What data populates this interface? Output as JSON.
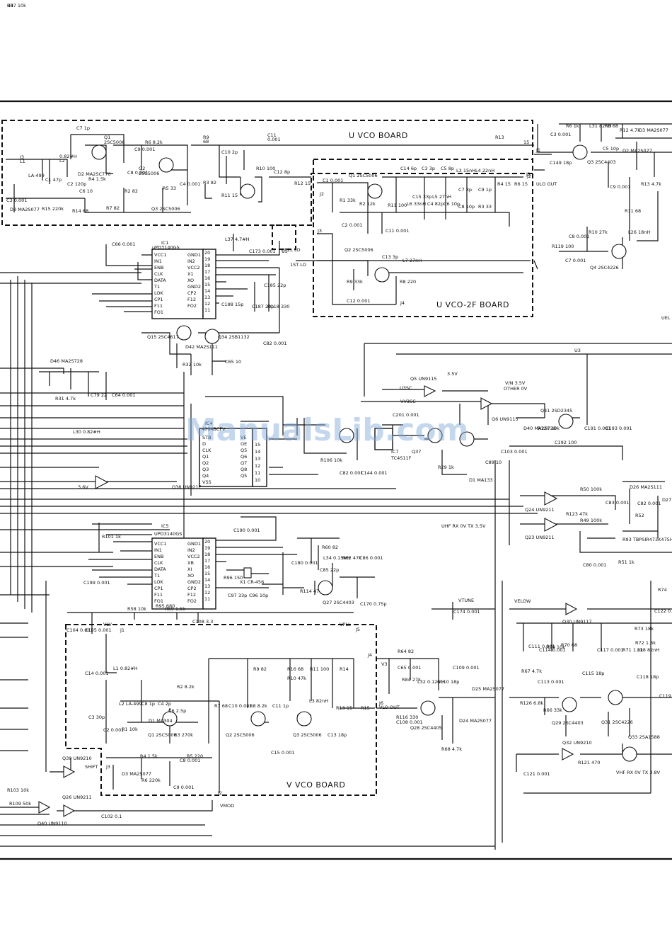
{
  "boards": {
    "u_vco": "U VCO BOARD",
    "u_vco_2f": "U VCO-2F BOARD",
    "v_vco": "V VCO BOARD"
  },
  "chips": {
    "ic1": {
      "ref": "IC1",
      "part": "μPD3140GS",
      "pins_left": [
        "VCC1",
        "IN1",
        "ENB",
        "CLK",
        "DATA",
        "T1",
        "LOK",
        "CP1",
        "F11",
        "FO1"
      ],
      "pins_right": [
        "GND1",
        "IN2",
        "VCC2",
        "X1",
        "XO",
        "GND2",
        "CP2",
        "F12",
        "FO2"
      ],
      "nums_right": [
        "20",
        "19",
        "18",
        "17",
        "16",
        "15",
        "14",
        "13",
        "12",
        "11"
      ]
    },
    "ic5": {
      "ref": "IC5",
      "part": "UPD3140GS",
      "pins_left": [
        "VCC1",
        "IN1",
        "ENB",
        "CLK",
        "DATA",
        "T1",
        "LOK",
        "CP1",
        "F11",
        "FO1"
      ],
      "pins_right": [
        "GND1",
        "IN2",
        "VCC2",
        "XB",
        "XI",
        "XO",
        "GND2",
        "CP2",
        "F12",
        "FO2"
      ],
      "nums_right": [
        "20",
        "19",
        "18",
        "17",
        "16",
        "15",
        "14",
        "13",
        "12",
        "11"
      ]
    },
    "ic4": {
      "ref": "IC4",
      "part": "4094BCFV",
      "pins_left": [
        "STB",
        "D",
        "CLK",
        "Q1",
        "Q2",
        "Q3",
        "Q4",
        "VSS"
      ],
      "pins_right": [
        "VE",
        "OE",
        "Q5",
        "Q6",
        "Q7",
        "Q8",
        "Q5"
      ],
      "nums_right": [
        "15",
        "14",
        "13",
        "12",
        "11",
        "10"
      ]
    },
    "ic7": {
      "ref": "IC7",
      "part": "TC4S11F"
    }
  },
  "labels": {
    "u_vco_top": [
      "C7  1p",
      "Q1",
      "2SC5006",
      "R6  8.2k",
      "C9  0.001",
      "Q2",
      "2SC5006",
      "R9",
      "68",
      "C11",
      "0.001",
      "R13",
      "15",
      "J3",
      "L1",
      "0.82#H",
      "L2",
      "LA-499",
      "C1 47p",
      "C2 120p",
      "D2 MA2SC770",
      "C6 10",
      "R4 1.5k",
      "C8 0.001",
      "R2 82",
      "R5 33",
      "C4 0.001",
      "R3 82",
      "C10 2p",
      "R10 100",
      "C12 8p",
      "R12 15",
      "R11 15",
      "Q3 2SC5006",
      "R7 82",
      "R14 68",
      "R15 220k",
      "D3 MA2S077",
      "C3 0.001",
      "J2",
      "J1",
      "1ST LO",
      "UPLL LO",
      "U3"
    ],
    "u_vco_2f": [
      "C1 0.001",
      "Q1 2SC5006",
      "C14 6p",
      "C3 3p",
      "C5 8p",
      "L3 15nH",
      "L4 22nH",
      "R4 15",
      "R6 15",
      "J1",
      "ULO OUT",
      "R1 33k",
      "R2 12k",
      "R11 100",
      "L6 33nH",
      "C15 33p",
      "C4 82p",
      "L5 27nH",
      "C6 10p",
      "C7 3p",
      "C8 10p",
      "C9 1p",
      "R3 33",
      "C2 0.001",
      "C11 0.001",
      "Q2 2SC5006",
      "C13 3p",
      "L7 27nH",
      "R9 33k",
      "R8 220",
      "C12 0.001",
      "J4",
      "J2",
      "J3"
    ],
    "right_top": [
      "C3 0.001",
      "R6 1k",
      "L31 82nH",
      "R8 68",
      "R12 4.7k",
      "D3 MA2S077",
      "C149 18p",
      "Q3 2SC4403",
      "C5 10p",
      "D2 MA2S077",
      "R13 4.7k",
      "C9 0.001",
      "R11 68",
      "C8 0.001",
      "R10 27k",
      "L26 18nH",
      "R119 100",
      "C7 0.001",
      "Q4 2SC4226",
      "UEL"
    ],
    "ic1_area": [
      "C66 0.001",
      "L37 4.7#H",
      "C173 0.001",
      "U3",
      "C185 22p",
      "C188 15p",
      "C187 20p",
      "R118 330",
      "C82 0.001"
    ],
    "q15_area": [
      "Q15 2SC4617",
      "Q34 2SB1132",
      "D42 MA2S111",
      "R32 10k",
      "C65 10",
      "D46 MA2S728",
      "R31 4.7k",
      "C79 22",
      "C64 0.001"
    ],
    "middle": [
      "U3",
      "Q5 UN9115",
      "U3SC",
      "3.5V",
      "V/N 3.5V",
      "OTHER 0V",
      "Q6 UN9115",
      "VV3SC",
      "C201 0.001",
      "L30 0.82#H",
      "R106 10k",
      "C82 0.001",
      "C144 0.001",
      "Q41 2SD2345",
      "D40 MA2S728",
      "R120 10k",
      "C192 100",
      "C191 0.001",
      "C193 0.001",
      "R29 1k",
      "D1 MA133",
      "C89 10",
      "C103 0.001",
      "Q37",
      "3.6V",
      "Q38 UN921E",
      "R47 10k"
    ],
    "ic5_area": [
      "C190 0.001",
      "R101 1k",
      "C199 0.001",
      "R60 82",
      "C180 0.001",
      "C85 22p",
      "L34 0.15#H",
      "R62 47k",
      "C86 0.001",
      "R96 150",
      "X1 CR-456",
      "R114 47",
      "Q27 2SC4403",
      "C170 0.75p",
      "C97 33p",
      "C96 10p",
      "R95 680"
    ],
    "right_middle": [
      "Q24 UN9211",
      "R50 100k",
      "R123 47k",
      "R49 100k",
      "Q23 UN9211",
      "C83 0.001",
      "D26 MA2S111",
      "C82 0.001",
      "D27 MA2S728",
      "R52",
      "R93 TBPSIR473K475H5Q",
      "C80 0.001",
      "R51 1k",
      "UHF RX 0V TX 3.5V"
    ],
    "v_vco_area": [
      "C104 0.001",
      "C105 0.001",
      "R58 10k",
      "R59 1.5k",
      "C108 3.3",
      "VTUNE",
      "C174 0.001",
      "VLV",
      "J1",
      "VPLL",
      "J5",
      "L1 0.82#H",
      "C14 0.001",
      "R2 8.2k",
      "R9 82",
      "R16 68",
      "R10 47k",
      "R11 100",
      "R14",
      "J4",
      "V3",
      "R64 82",
      "C65 0.001",
      "C109 0.001",
      "C8 1p",
      "L2 LA-499",
      "C4 2p",
      "C6 2.5p",
      "Q1 2SC5006",
      "R7 68",
      "C10 0.001",
      "R8 8.2k",
      "C11 1p",
      "L3 82nH",
      "R13 15",
      "R15",
      "J6",
      "VLO OUT",
      "C3 30p",
      "D1 MA304",
      "C2 0.001",
      "R1 10k",
      "R3 270k",
      "Q2 2SC5006",
      "Q3 2SC5006",
      "C13 18p",
      "C15 0.001",
      "R4 1.5k",
      "C8 0.001",
      "R5 220",
      "D3 MA2S077",
      "R6 220k",
      "C9 0.001",
      "J3",
      "J2",
      "SHIFT",
      "R84 27k",
      "L32 0.12#H",
      "C110 18p",
      "D25 MA2S077",
      "R116 330",
      "C108 0.001",
      "Q28 2SC4405",
      "R68 4.7k",
      "D24 MA2S077",
      "Q39 UN9210",
      "Q26 UN9211",
      "C102 0.1",
      "VMOD",
      "Q40 UN9110",
      "R103 10k",
      "R109 50k"
    ],
    "right_bottom": [
      "VELOW",
      "Q30 UN9117",
      "R74",
      "C122 0.001",
      "C111 0.001",
      "C114 0.001",
      "R67 4.7k",
      "R69 10k",
      "R70 68",
      "C113 0.001",
      "R126 6.8k",
      "C115 18p",
      "Q29 2SC4403",
      "R66 33k",
      "C117 0.001",
      "R71 1.8k",
      "R72 1.8k",
      "R73 18k",
      "L18 82nH",
      "C118 18p",
      "Q31 2SC4226",
      "C119",
      "Q32 UN9210",
      "R121 470",
      "Q33 2SA1588",
      "C121 0.001",
      "VHF RX 0V TX 3.8V"
    ]
  },
  "watermark": "ManualsLib.com"
}
